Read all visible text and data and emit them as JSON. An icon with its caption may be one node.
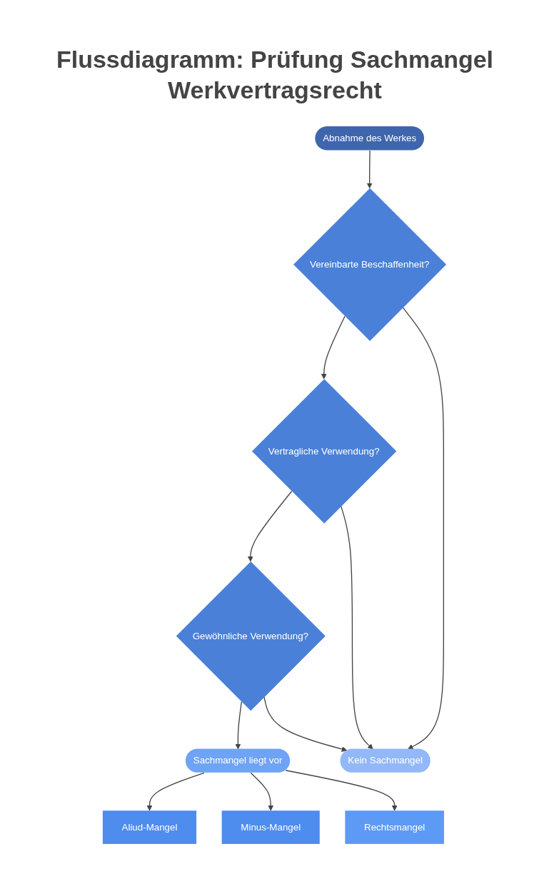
{
  "diagram": {
    "title": "Flussdiagramm: Prüfung Sachmangel Werkvertragsrecht",
    "nodes": [
      {
        "text": [
          "Abnahme des Werkes"
        ]
      },
      {
        "text": [
          "Vereinbarte Beschaffenheit?"
        ]
      },
      {
        "text": [
          "Vertragliche Verwendung?"
        ]
      },
      {
        "text": [
          "Gewöhnliche Verwendung?"
        ]
      },
      {
        "text": [
          "Sachmangel liegt vor"
        ]
      },
      {
        "text": [
          "Kein Sachmangel"
        ]
      },
      {
        "text": [
          "Aliud-Mangel"
        ]
      },
      {
        "text": [
          "Minus-Mangel"
        ]
      },
      {
        "text": [
          "Rechtsmangel"
        ]
      }
    ],
    "edges": [
      {
        "from": 0,
        "to": 1,
        "arrow": "to"
      },
      {
        "from": 1,
        "to": 2,
        "arrow": "to"
      },
      {
        "from": 1,
        "to": 5,
        "arrow": "to"
      },
      {
        "from": 2,
        "to": 3,
        "arrow": "to"
      },
      {
        "from": 2,
        "to": 5,
        "arrow": "to"
      },
      {
        "from": 3,
        "to": 4,
        "arrow": "to"
      },
      {
        "from": 3,
        "to": 5,
        "arrow": "to"
      },
      {
        "from": 4,
        "to": 6,
        "arrow": "to"
      },
      {
        "from": 4,
        "to": 7,
        "arrow": "to"
      },
      {
        "from": 4,
        "to": 8,
        "arrow": "to"
      }
    ]
  }
}
